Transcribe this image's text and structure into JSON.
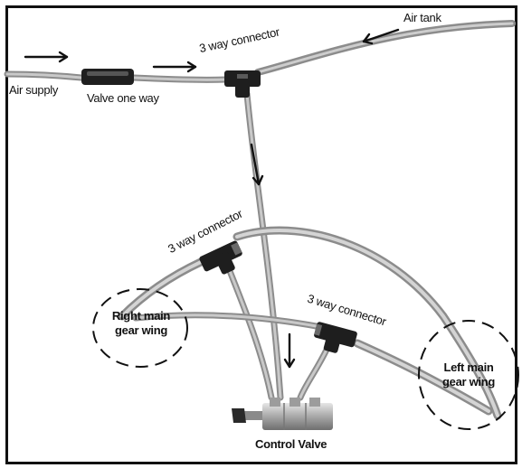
{
  "labels": {
    "air_supply": "Air supply",
    "valve_one_way": "Valve one way",
    "three_way_top": "3 way connector",
    "air_tank": "Air tank",
    "three_way_middle": "3 way connector",
    "three_way_lower": "3 way connector",
    "right_main_gear_wing_line1": "Right main",
    "right_main_gear_wing_line2": "gear wing",
    "left_main_gear_wing_line1": "Left main",
    "left_main_gear_wing_line2": "gear wing",
    "control_valve": "Control Valve"
  },
  "colors": {
    "tube": "#9a9a9a",
    "tube_highlight": "#cfcfcf",
    "fitting": "#1e1e1e",
    "metal": "#b9b9b9",
    "frame": "#111111"
  }
}
